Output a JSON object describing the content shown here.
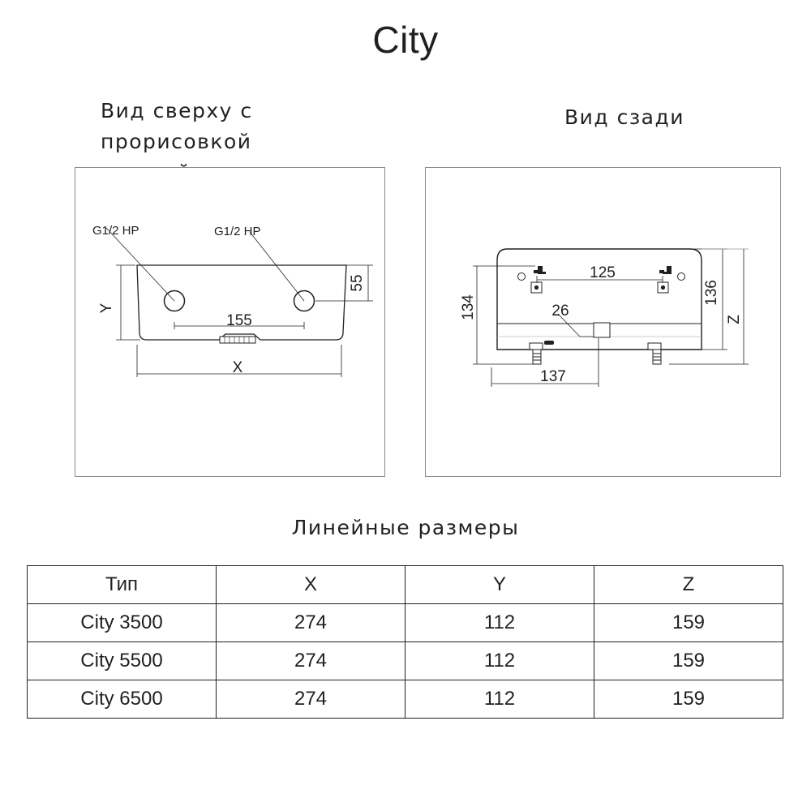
{
  "title": "City",
  "views": {
    "top": {
      "caption_line1": "Вид сверху с прорисовкой",
      "caption_line2": "нижней плоскости",
      "label_port_left": "G1/2 НР",
      "label_port_right": "G1/2 НР",
      "dim_port_spacing": "155",
      "dim_port_offset": "55",
      "dim_width": "X",
      "dim_depth": "Y"
    },
    "back": {
      "caption": "Вид сзади",
      "dim_mount_spacing": "125",
      "dim_mount_height": "136",
      "dim_total_height": "134",
      "dim_port_offset": "26",
      "dim_port_from_edge": "137",
      "dim_height": "Z"
    }
  },
  "table": {
    "caption": "Линейные размеры",
    "headers": [
      "Тип",
      "X",
      "Y",
      "Z"
    ],
    "rows": [
      [
        "City 3500",
        "274",
        "112",
        "159"
      ],
      [
        "City 5500",
        "274",
        "112",
        "159"
      ],
      [
        "City 6500",
        "274",
        "112",
        "159"
      ]
    ]
  }
}
